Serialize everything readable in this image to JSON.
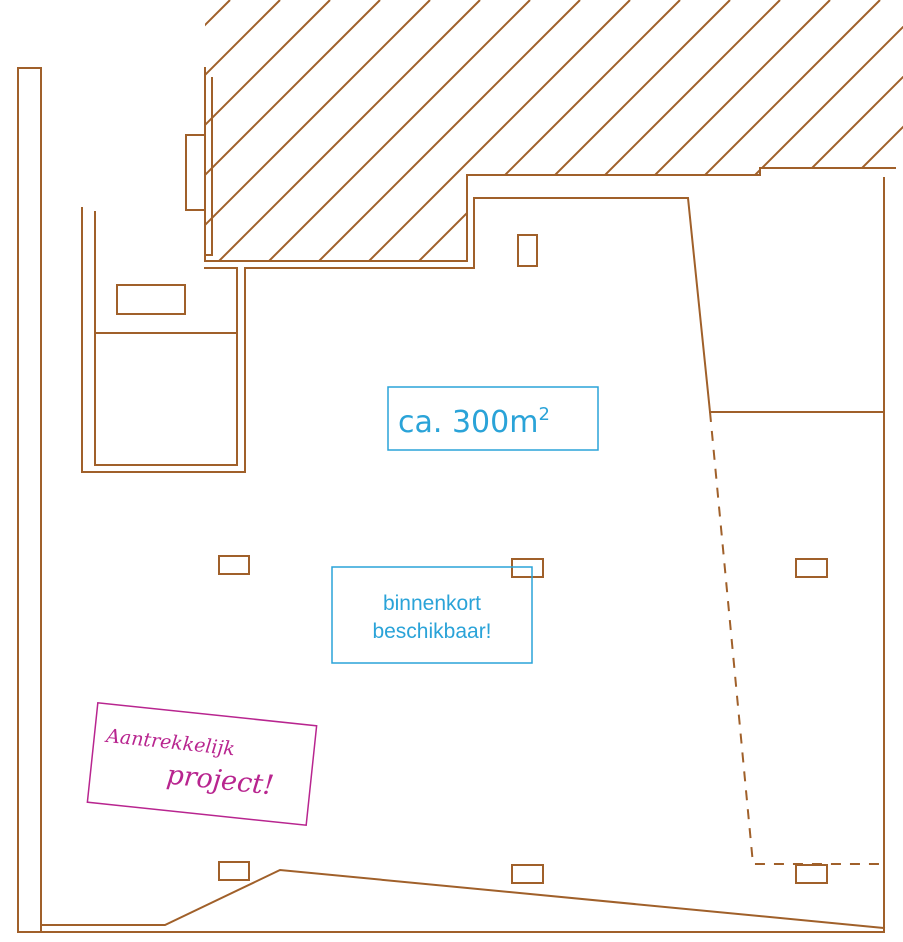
{
  "plan": {
    "area_label": {
      "prefix": "ca. 300m",
      "superscript": "2"
    },
    "availability": {
      "line1": "binnenkort",
      "line2": "beschikbaar!"
    },
    "promo": {
      "line1": "Aantrekkelijk",
      "line2": "project!"
    },
    "colors": {
      "walls": "#a0602a",
      "area_label": "#2aa3d8",
      "promo": "#b8258f",
      "background": "#ffffff"
    }
  }
}
